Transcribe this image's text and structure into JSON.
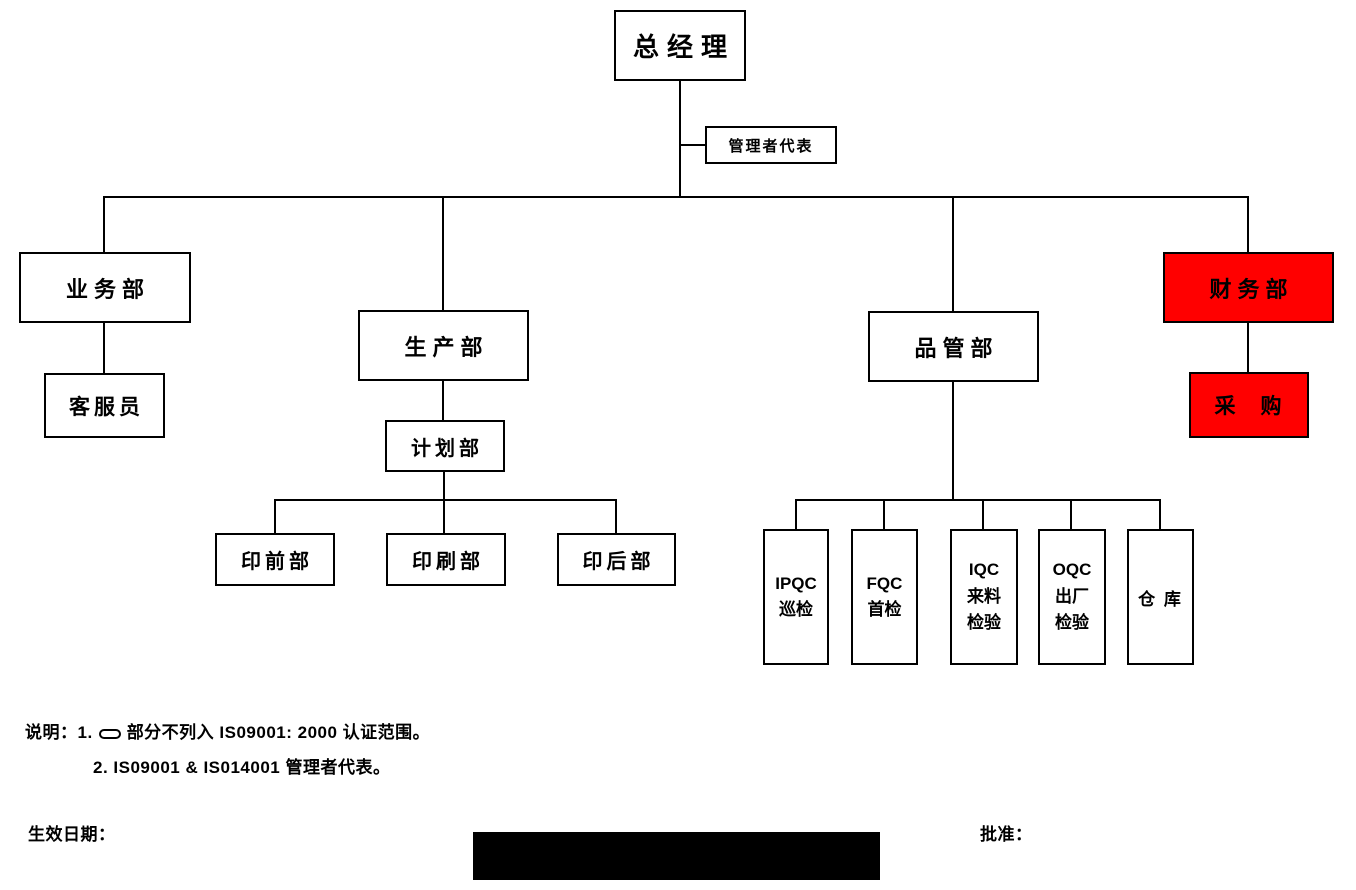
{
  "org_chart": {
    "nodes": {
      "general_manager": {
        "label": "总经理"
      },
      "management_representative": {
        "label": "管理者代表"
      },
      "business_dept": {
        "label": "业务部"
      },
      "customer_service": {
        "label": "客服员"
      },
      "production_dept": {
        "label": "生产部"
      },
      "planning_dept": {
        "label": "计划部"
      },
      "prepress_dept": {
        "label": "印前部"
      },
      "printing_dept": {
        "label": "印刷部"
      },
      "postpress_dept": {
        "label": "印后部"
      },
      "quality_dept": {
        "label": "品管部"
      },
      "ipqc": {
        "lines": [
          "IPQC",
          "巡检"
        ]
      },
      "fqc": {
        "lines": [
          "FQC",
          "首检"
        ]
      },
      "iqc": {
        "lines": [
          "IQC",
          "来料",
          "检验"
        ]
      },
      "oqc": {
        "lines": [
          "OQC",
          "出厂",
          "检验"
        ]
      },
      "warehouse": {
        "label": "仓 库"
      },
      "finance_dept": {
        "label": "财务部",
        "highlighted": true
      },
      "purchasing": {
        "label": "采　购",
        "highlighted": true
      }
    },
    "hierarchy": [
      "总经理 > 管理者代表",
      "总经理 > 业务部 > 客服员",
      "总经理 > 生产部 > 计划部 > 印前部 / 印刷部 / 印后部",
      "总经理 > 品管部 > IPQC巡检 / FQC首检 / IQC来料检验 / OQC出厂检验 / 仓库",
      "总经理 > 财务部 > 采购"
    ],
    "colors": {
      "highlight_fill": "#FF0000",
      "box_border": "#000000",
      "connector": "#000000",
      "text": "#000000"
    }
  },
  "notes": {
    "line1_prefix": "说明：1.",
    "line1_symbol": "rounded-box-outline",
    "line1_suffix": "部分不列入 IS09001: 2000 认证范围。",
    "line2": "2. IS09001 & IS014001 管理者代表。"
  },
  "footer": {
    "effective_date_label": "生效日期：",
    "approval_label": "批准：",
    "redaction_present": true
  }
}
